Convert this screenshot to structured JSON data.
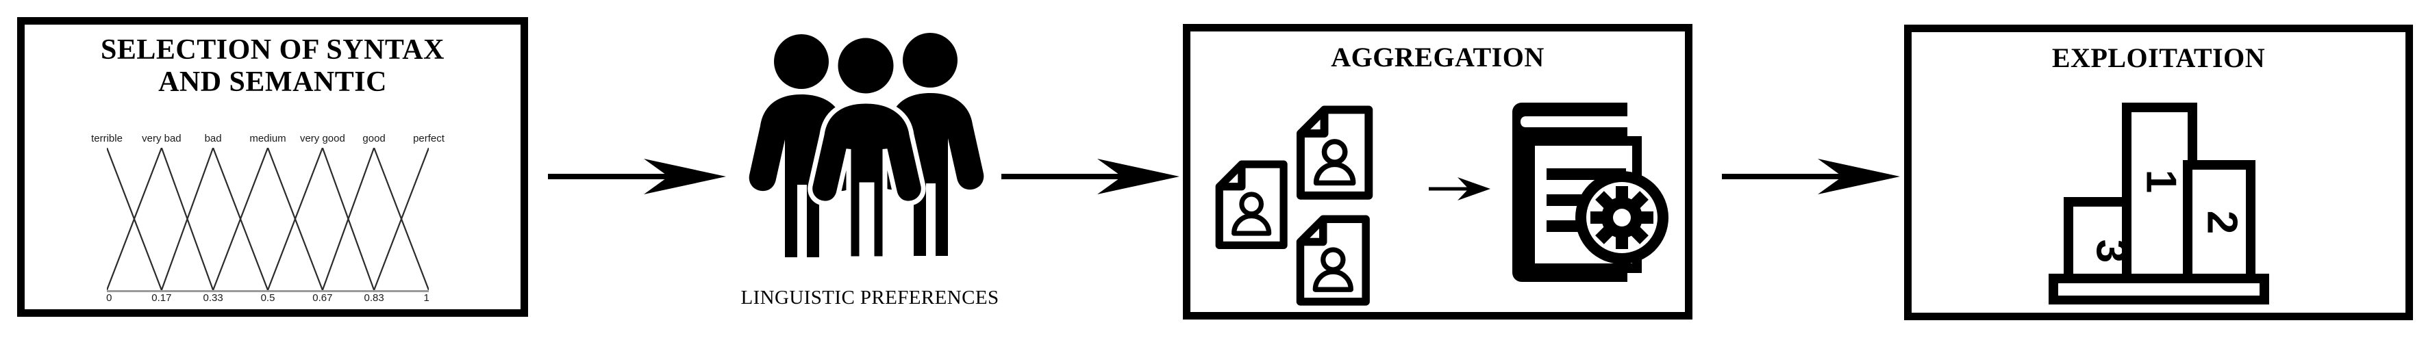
{
  "panels": {
    "selection": {
      "title": "SELECTION OF SYNTAX\nAND SEMANTIC"
    },
    "aggregation": {
      "title": "AGGREGATION"
    },
    "exploitation": {
      "title": "EXPLOITATION"
    }
  },
  "people": {
    "caption": "LINGUISTIC PREFERENCES",
    "count": 3
  },
  "aggregation_icons": {
    "document_count": 3,
    "document_icon": "document-person-icon",
    "result_icon": "report-gear-icon",
    "inner_arrow": "arrow-right-icon"
  },
  "exploitation_icons": {
    "podium_icon": "podium-icon",
    "ranks": [
      "3",
      "1",
      "2"
    ]
  },
  "connectors": [
    {
      "name": "arrow-selection-to-people",
      "icon": "arrow-right-icon"
    },
    {
      "name": "arrow-people-to-aggregation",
      "icon": "arrow-right-icon"
    },
    {
      "name": "arrow-aggregation-to-exploitation",
      "icon": "arrow-right-icon"
    }
  ],
  "colors": {
    "stroke": "#000000",
    "background": "#ffffff",
    "axis": "#9a9a9a",
    "chart_line": "#2b2b2b"
  },
  "chart_data": {
    "type": "line",
    "title": "",
    "xlabel": "",
    "ylabel": "",
    "xlim": [
      0,
      1
    ],
    "ylim": [
      0,
      1
    ],
    "grid": false,
    "legend": "none",
    "categories": [
      "terrible",
      "very bad",
      "bad",
      "medium",
      "very good",
      "good",
      "perfect"
    ],
    "tick_labels": [
      "0",
      "0.17",
      "0.33",
      "0.5",
      "0.67",
      "0.83",
      "1"
    ],
    "tick_values": [
      0,
      0.17,
      0.33,
      0.5,
      0.67,
      0.83,
      1
    ],
    "peaks": [
      0,
      0.17,
      0.33,
      0.5,
      0.67,
      0.83,
      1
    ],
    "series": [
      {
        "name": "terrible",
        "points": [
          [
            0,
            1
          ],
          [
            0.17,
            0
          ]
        ]
      },
      {
        "name": "very bad",
        "points": [
          [
            0,
            0
          ],
          [
            0.17,
            1
          ],
          [
            0.33,
            0
          ]
        ]
      },
      {
        "name": "bad",
        "points": [
          [
            0.17,
            0
          ],
          [
            0.33,
            1
          ],
          [
            0.5,
            0
          ]
        ]
      },
      {
        "name": "medium",
        "points": [
          [
            0.33,
            0
          ],
          [
            0.5,
            1
          ],
          [
            0.67,
            0
          ]
        ]
      },
      {
        "name": "very good",
        "points": [
          [
            0.5,
            0
          ],
          [
            0.67,
            1
          ],
          [
            0.83,
            0
          ]
        ]
      },
      {
        "name": "good",
        "points": [
          [
            0.67,
            0
          ],
          [
            0.83,
            1
          ],
          [
            1,
            0
          ]
        ]
      },
      {
        "name": "perfect",
        "points": [
          [
            0.83,
            0
          ],
          [
            1,
            1
          ]
        ]
      }
    ]
  }
}
